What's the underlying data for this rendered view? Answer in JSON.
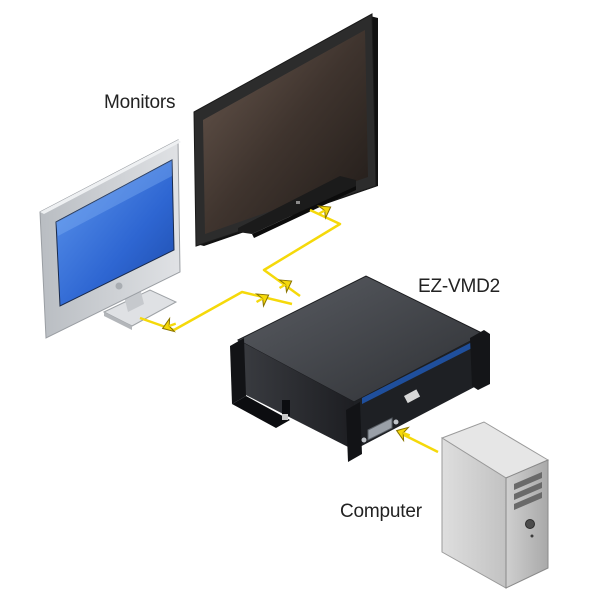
{
  "labels": {
    "monitors": "Monitors",
    "device": "EZ-VMD2",
    "computer": "Computer"
  },
  "colors": {
    "cable": "#f5d90a",
    "arrow_fill": "#f5d90a",
    "arrow_stroke": "#8a7400",
    "device_body": "#2a2c30",
    "device_end_cap": "#141518",
    "device_front_accent": "#1f4f9c",
    "imac_screen": "#2f6cd8",
    "imac_body": "#c9ccd0",
    "tv_frame": "#2b2b2b",
    "tv_screen": "#4a3d36",
    "tower_body": "#d6d6d6"
  },
  "icons": [
    "imac-monitor-icon",
    "flat-tv-monitor-icon",
    "switch-box-icon",
    "tower-computer-icon",
    "signal-arrow-icon"
  ]
}
